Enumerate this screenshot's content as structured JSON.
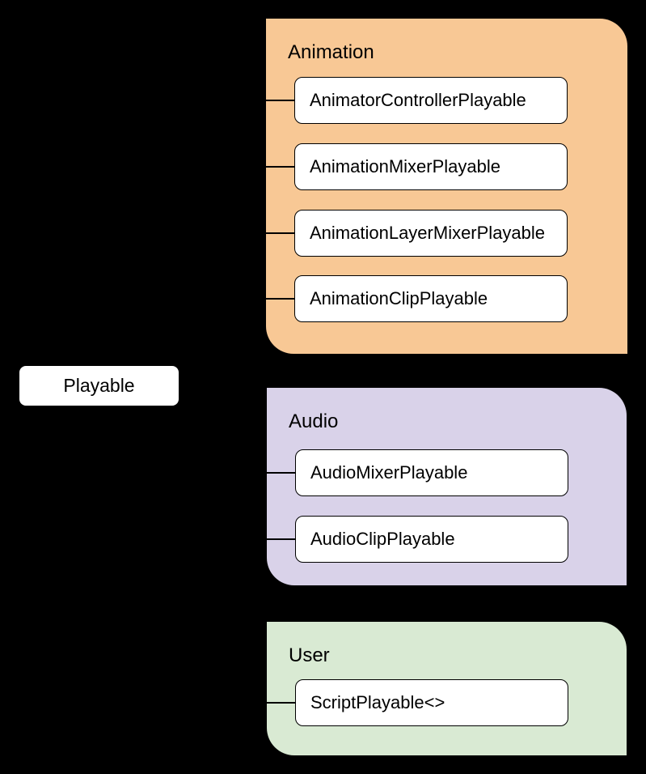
{
  "colors": {
    "background": "#000000",
    "node_fill": "#FFFFFF",
    "node_border": "#000000",
    "text": "#000000",
    "connector": "#000000",
    "animation_group": "#F8C895",
    "audio_group": "#D9D2E9",
    "user_group": "#D9EAD3"
  },
  "root": {
    "label": "Playable"
  },
  "groups": [
    {
      "label": "Animation",
      "color": "#F8C895",
      "items": [
        {
          "label": "AnimatorControllerPlayable"
        },
        {
          "label": "AnimationMixerPlayable"
        },
        {
          "label": "AnimationLayerMixerPlayable"
        },
        {
          "label": "AnimationClipPlayable"
        }
      ]
    },
    {
      "label": "Audio",
      "color": "#D9D2E9",
      "items": [
        {
          "label": "AudioMixerPlayable"
        },
        {
          "label": "AudioClipPlayable"
        }
      ]
    },
    {
      "label": "User",
      "color": "#D9EAD3",
      "items": [
        {
          "label": "ScriptPlayable<>"
        }
      ]
    }
  ]
}
